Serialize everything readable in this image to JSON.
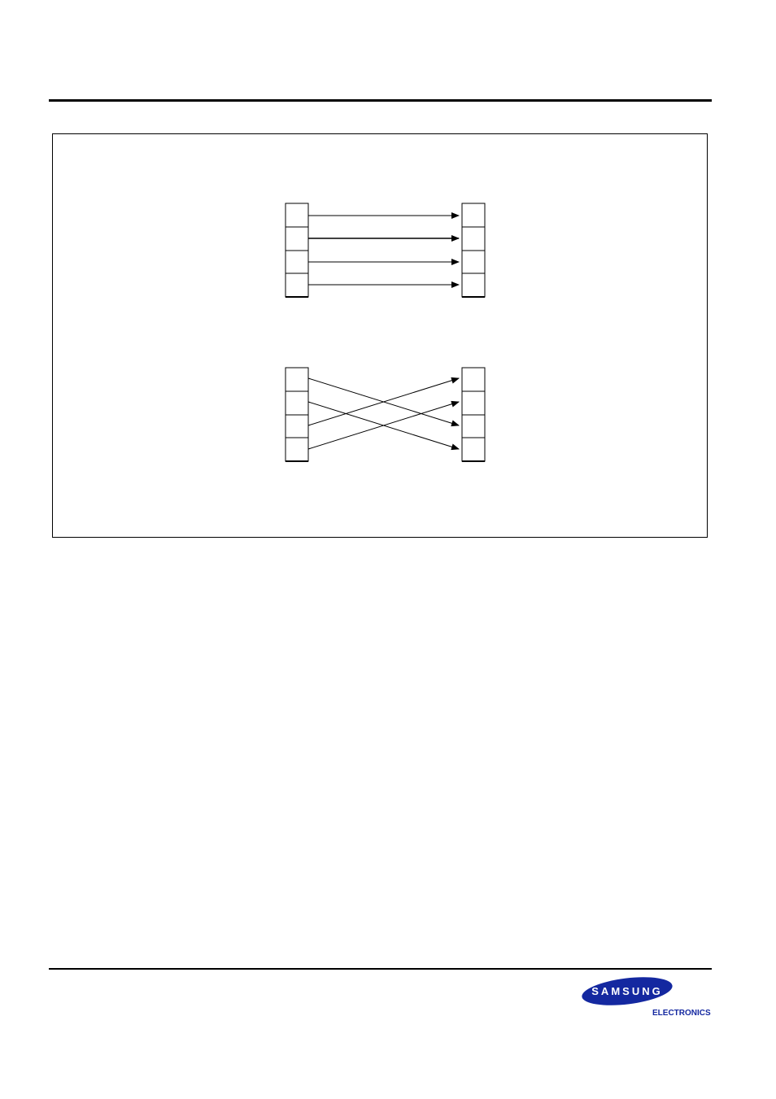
{
  "document": {
    "figure": {
      "diagrams": [
        {
          "id": "straight",
          "cells_per_column": 4,
          "mapping": [
            0,
            1,
            2,
            3
          ]
        },
        {
          "id": "crossed",
          "cells_per_column": 4,
          "mapping": [
            2,
            3,
            0,
            1
          ]
        }
      ]
    },
    "footer": {
      "logo": {
        "brand": "SAMSUNG",
        "subtitle": "ELECTRONICS",
        "color": "#1428a0"
      }
    }
  }
}
